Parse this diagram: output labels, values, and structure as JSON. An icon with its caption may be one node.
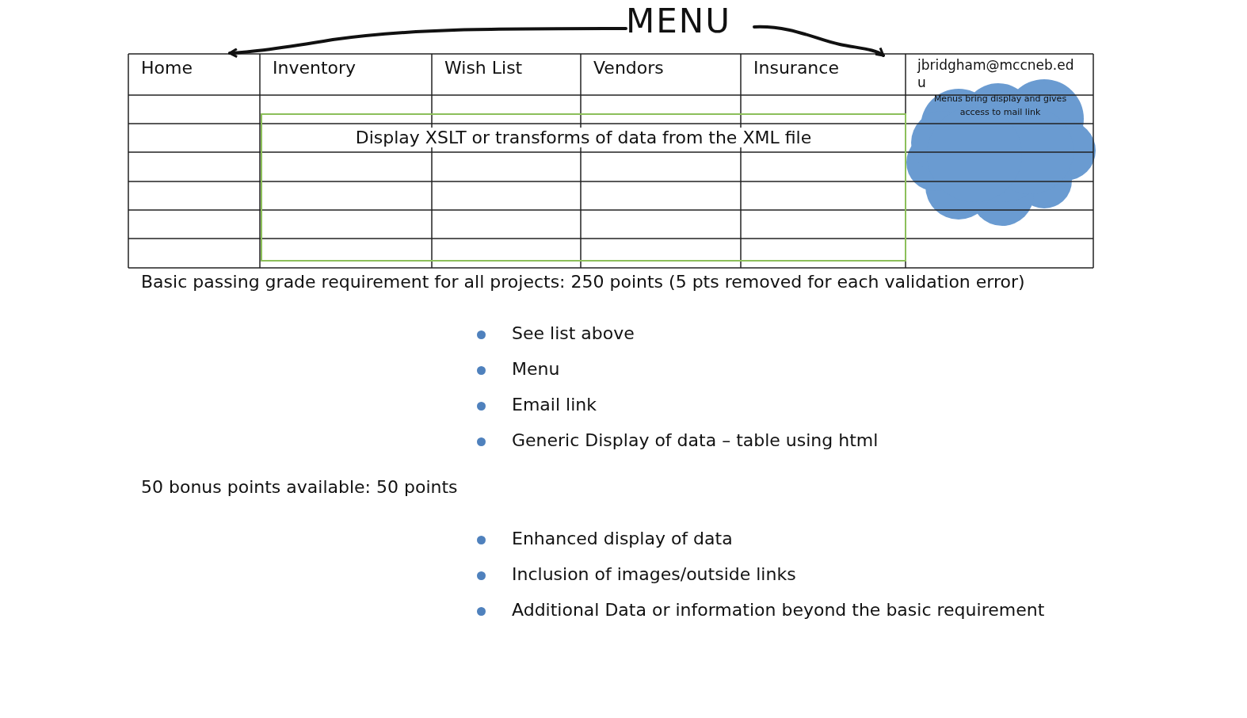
{
  "diagram": {
    "nodes": [
      {
        "text": [
          "MENU"
        ]
      },
      {
        "text": [
          "Home"
        ]
      },
      {
        "text": [
          "Inventory"
        ]
      },
      {
        "text": [
          "Wish List"
        ]
      },
      {
        "text": [
          "Vendors"
        ]
      },
      {
        "text": [
          "Insurance"
        ]
      },
      {
        "text": [
          "jbridgham@mccneb.edu"
        ]
      },
      {
        "text": [
          "Display XSLT or transforms of data from the XML file"
        ]
      },
      {
        "text": [
          "Menus bring display and gives access to mail link"
        ]
      }
    ],
    "edges": [
      {
        "from": 0,
        "to": 1,
        "arrow": "to"
      },
      {
        "from": 0,
        "to": 5,
        "arrow": "to"
      }
    ],
    "labels": [
      "Basic passing grade requirement for all projects:  250 points (5 pts removed for each validation error)",
      "See list above",
      "Menu",
      "Email link",
      "Generic Display of data – table using html",
      "50 bonus points available: 50 points",
      "Enhanced display of data",
      "Inclusion of images/outside links",
      "Additional Data or information beyond the basic requirement"
    ]
  }
}
